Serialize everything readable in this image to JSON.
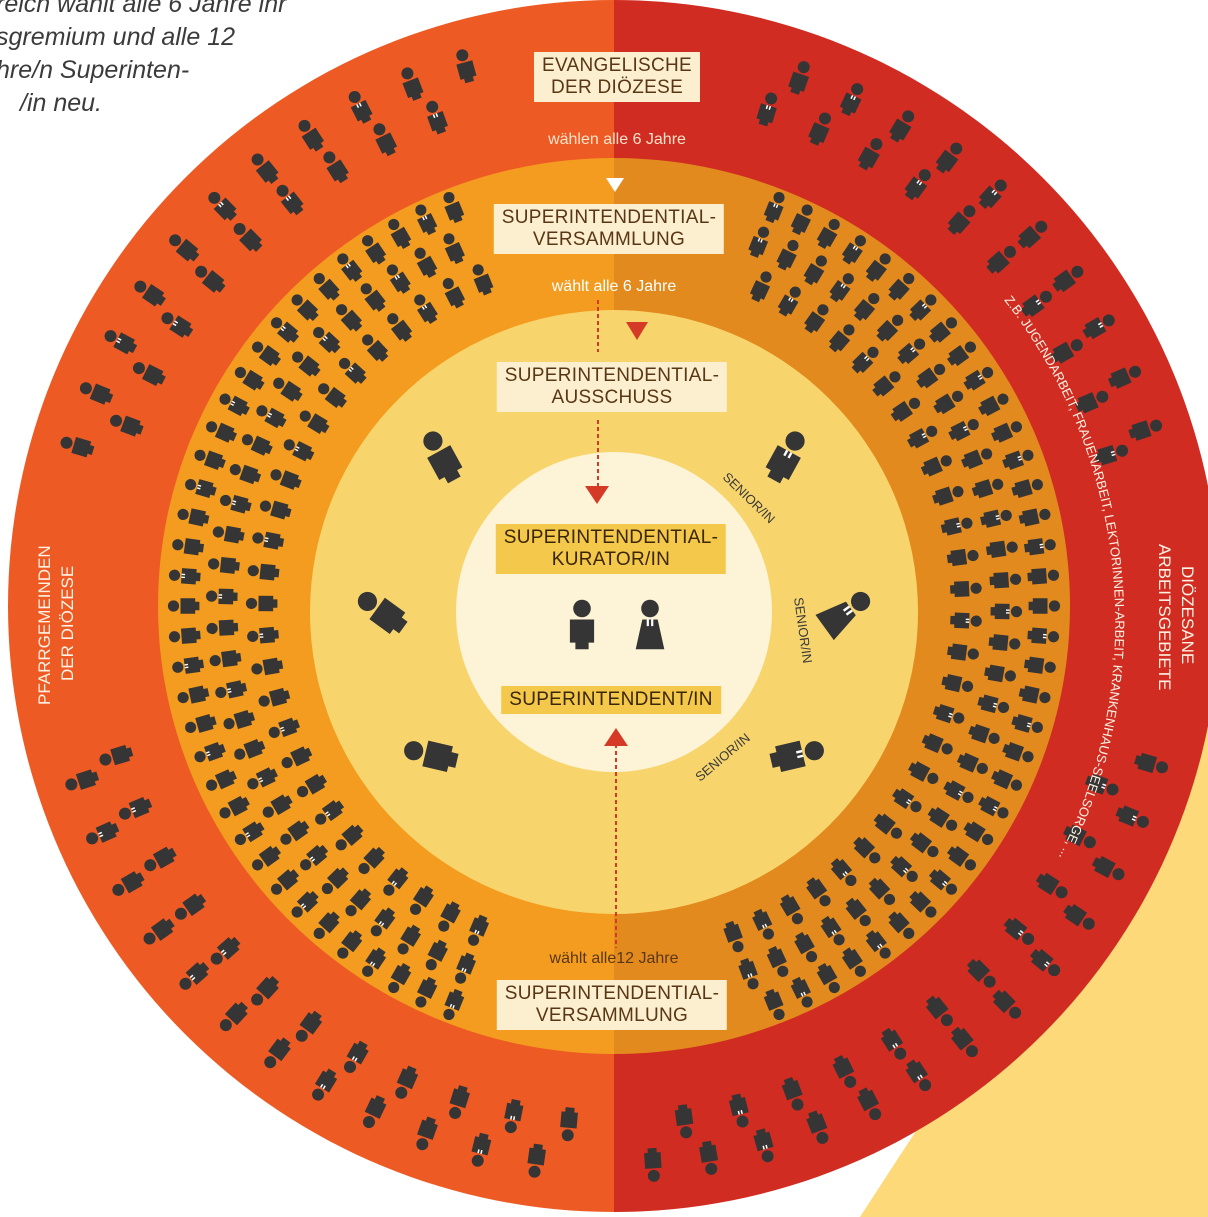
{
  "intro": {
    "lines": [
      "reich wählt alle 6 Jahre ihr",
      "sgremium und alle 12",
      "hre/n Superinten-",
      "/in neu."
    ]
  },
  "labels": {
    "top_group": [
      "EVANGELISCHE",
      "DER DIÖZESE"
    ],
    "top_elect": "wählen alle 6 Jahre",
    "assembly_top": [
      "SUPERINTENDENTIAL-",
      "VERSAMMLUNG"
    ],
    "assembly_elect": "wählt alle 6 Jahre",
    "committee": [
      "SUPERINTENDENTIAL-",
      "AUSSCHUSS"
    ],
    "curator": [
      "SUPERINTENDENTIAL-",
      "KURATOR/IN"
    ],
    "superintendent": "SUPERINTENDENT/IN",
    "bottom_elect": "wählt alle12 Jahre",
    "assembly_bottom": [
      "SUPERINTENDENTIAL-",
      "VERSAMMLUNG"
    ],
    "senior": "SENIOR/IN",
    "left_side": [
      "PFARRGEMEINDEN",
      "DER DIÖZESE"
    ],
    "right_side": [
      "DIÖZESANE",
      "ARBEITSGEBIETE"
    ],
    "right_examples": "Z.B. JUGENDARBEIT, FRAUENARBEIT, LEKTORINNEN-ARBEIT, KRANKENHAUS-SEELSORGE, ..."
  },
  "colors": {
    "outer_left": "#ee5a24",
    "outer_right": "#d02c22",
    "middle_left": "#f39c1f",
    "middle_right": "#e38a1f",
    "inner": "#f8d56c",
    "core": "#fdf3d6",
    "label_bg": "#fbefcf",
    "label_center_bg": "#f4c84a",
    "figure": "#353535",
    "arrow": "#d43a26",
    "background_shape": "#fdd97a"
  },
  "icons": {
    "person": "person-icon",
    "pastor": "pastor-icon",
    "arrow": "arrow-icon"
  }
}
